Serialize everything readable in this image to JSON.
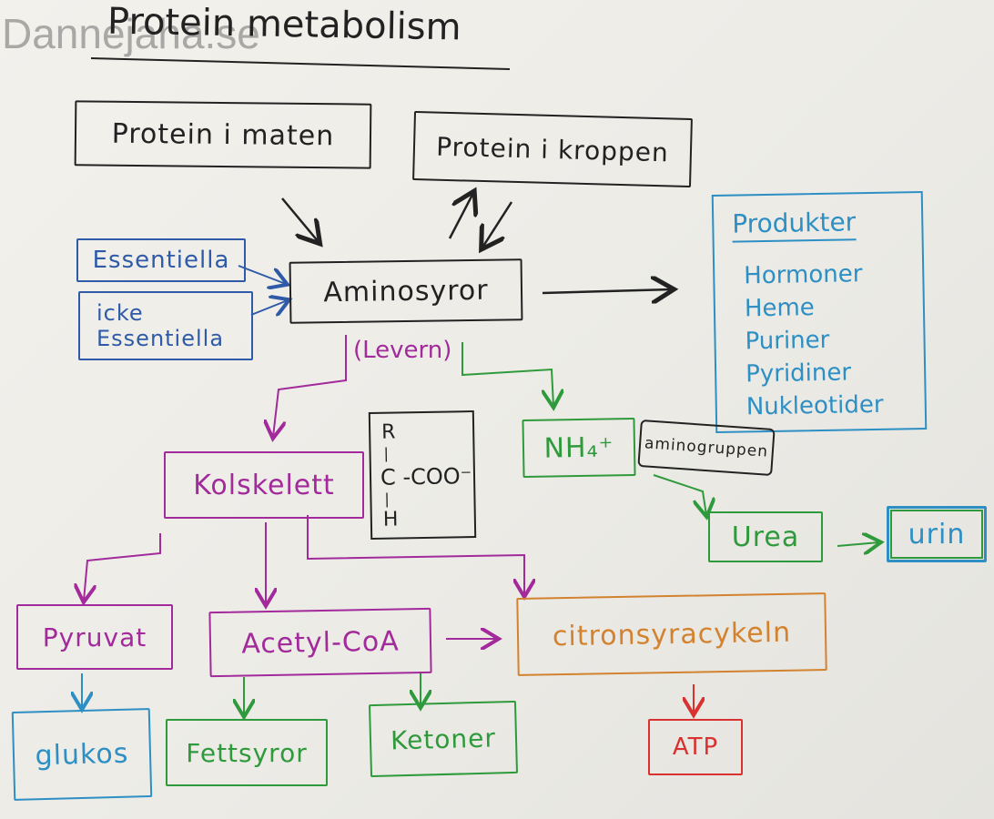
{
  "watermark": "Dannejaha.se",
  "title": "Protein metabolism",
  "nodes": {
    "protein_maten": "Protein i maten",
    "protein_kroppen": "Protein i kroppen",
    "essentiella": "Essentiella",
    "icke_1": "icke",
    "icke_2": "Essentiella",
    "aminosyror": "Aminosyror",
    "levern": "(Levern)",
    "kolskelett": "Kolskelett",
    "formula_r": "R",
    "formula_dash1": "|",
    "formula_c": "C -COO⁻",
    "formula_dash2": "|",
    "formula_h": "H",
    "nh4": "NH₄⁺",
    "aminogruppen": "aminogruppen",
    "urea": "Urea",
    "urin": "urin",
    "pyruvat": "Pyruvat",
    "acetyl": "Acetyl-CoA",
    "citron": "citronsyracykeln",
    "glukos": "glukos",
    "fettsyror": "Fettsyror",
    "ketoner": "Ketoner",
    "atp": "ATP"
  },
  "produkter": {
    "heading": "Produkter",
    "items": [
      "Hormoner",
      "Heme",
      "Puriner",
      "Pyridiner",
      "Nukleotider"
    ]
  },
  "colors": {
    "black": "#222222",
    "blue": "#2e5aa8",
    "magenta": "#a22a9b",
    "green": "#2f9a3c",
    "cyan": "#2d8fc4",
    "orange": "#d3822f",
    "red": "#d93030"
  }
}
